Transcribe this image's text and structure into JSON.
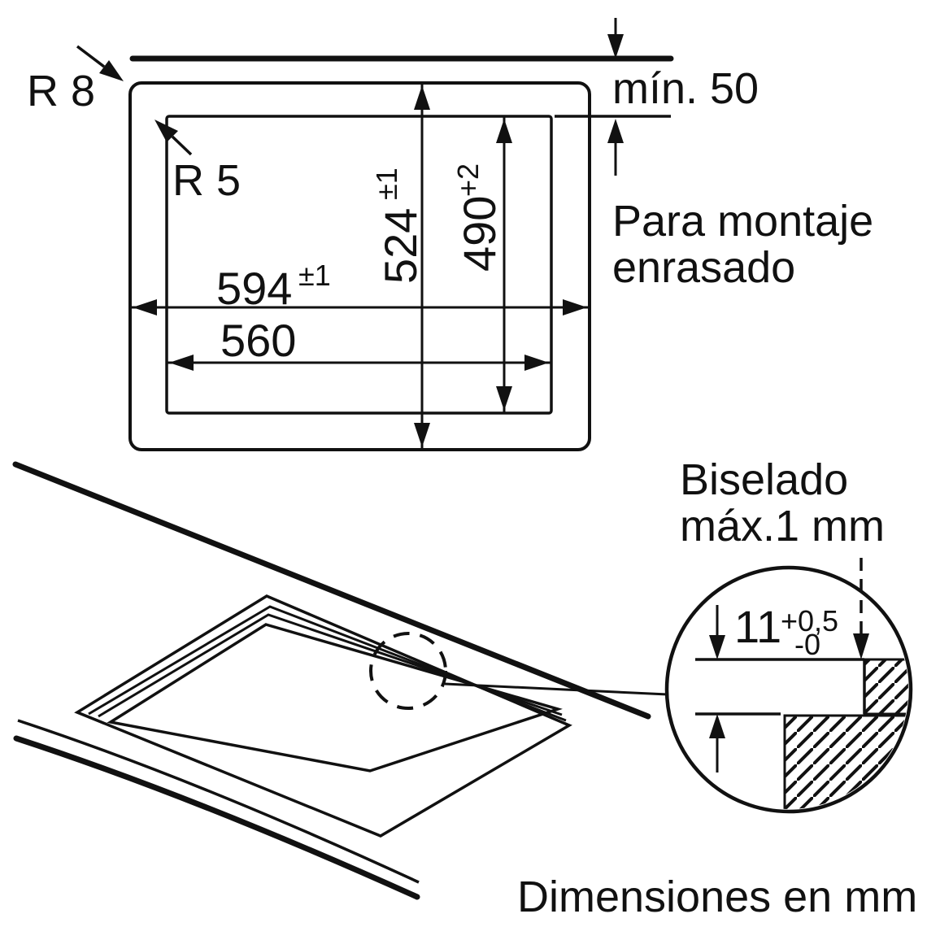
{
  "colors": {
    "ink": "#111111",
    "background": "#ffffff"
  },
  "top_view": {
    "outer_corner_radius_label": "R 8",
    "inner_corner_radius_label": "R 5",
    "rear_clearance_label": "mín. 50",
    "outer_width": {
      "value": "594",
      "tolerance": "±1"
    },
    "cutout_width": {
      "value": "560"
    },
    "outer_depth": {
      "value": "524",
      "tolerance": "±1"
    },
    "cutout_depth": {
      "value": "490",
      "tolerance": "+2"
    },
    "note_line1": "Para montaje",
    "note_line2": "enrasado"
  },
  "detail_view": {
    "chamfer_note_line1": "Biselado",
    "chamfer_note_line2": "máx.1 mm",
    "rebate_depth": {
      "value": "11",
      "tolerance_plus": "+0,5",
      "tolerance_minus": "-0"
    }
  },
  "footer": {
    "units_note": "Dimensiones en mm"
  }
}
